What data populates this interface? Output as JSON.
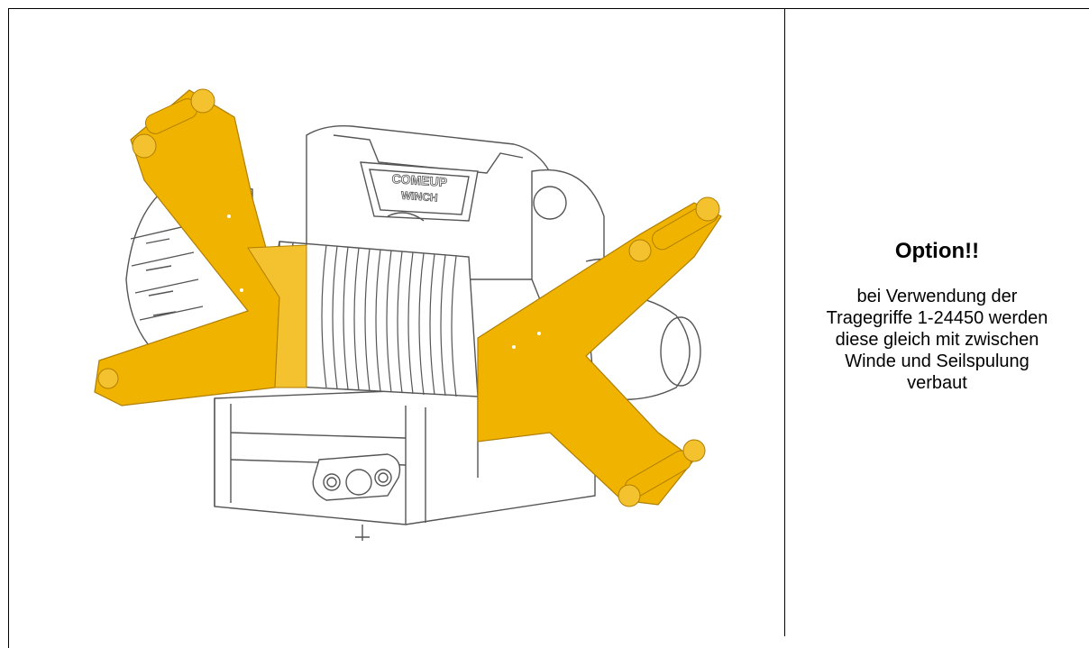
{
  "drawing": {
    "logo_text_line1": "COMEUP",
    "logo_text_line2": "WINCH",
    "handle_color": "#f0b400",
    "line_color": "#555555"
  },
  "note": {
    "title": "Option!!",
    "body": "bei Verwendung der\nTragegriffe 1-24450 werden\ndiese gleich mit zwischen\nWinde und Seilspulung\nverbaut"
  }
}
